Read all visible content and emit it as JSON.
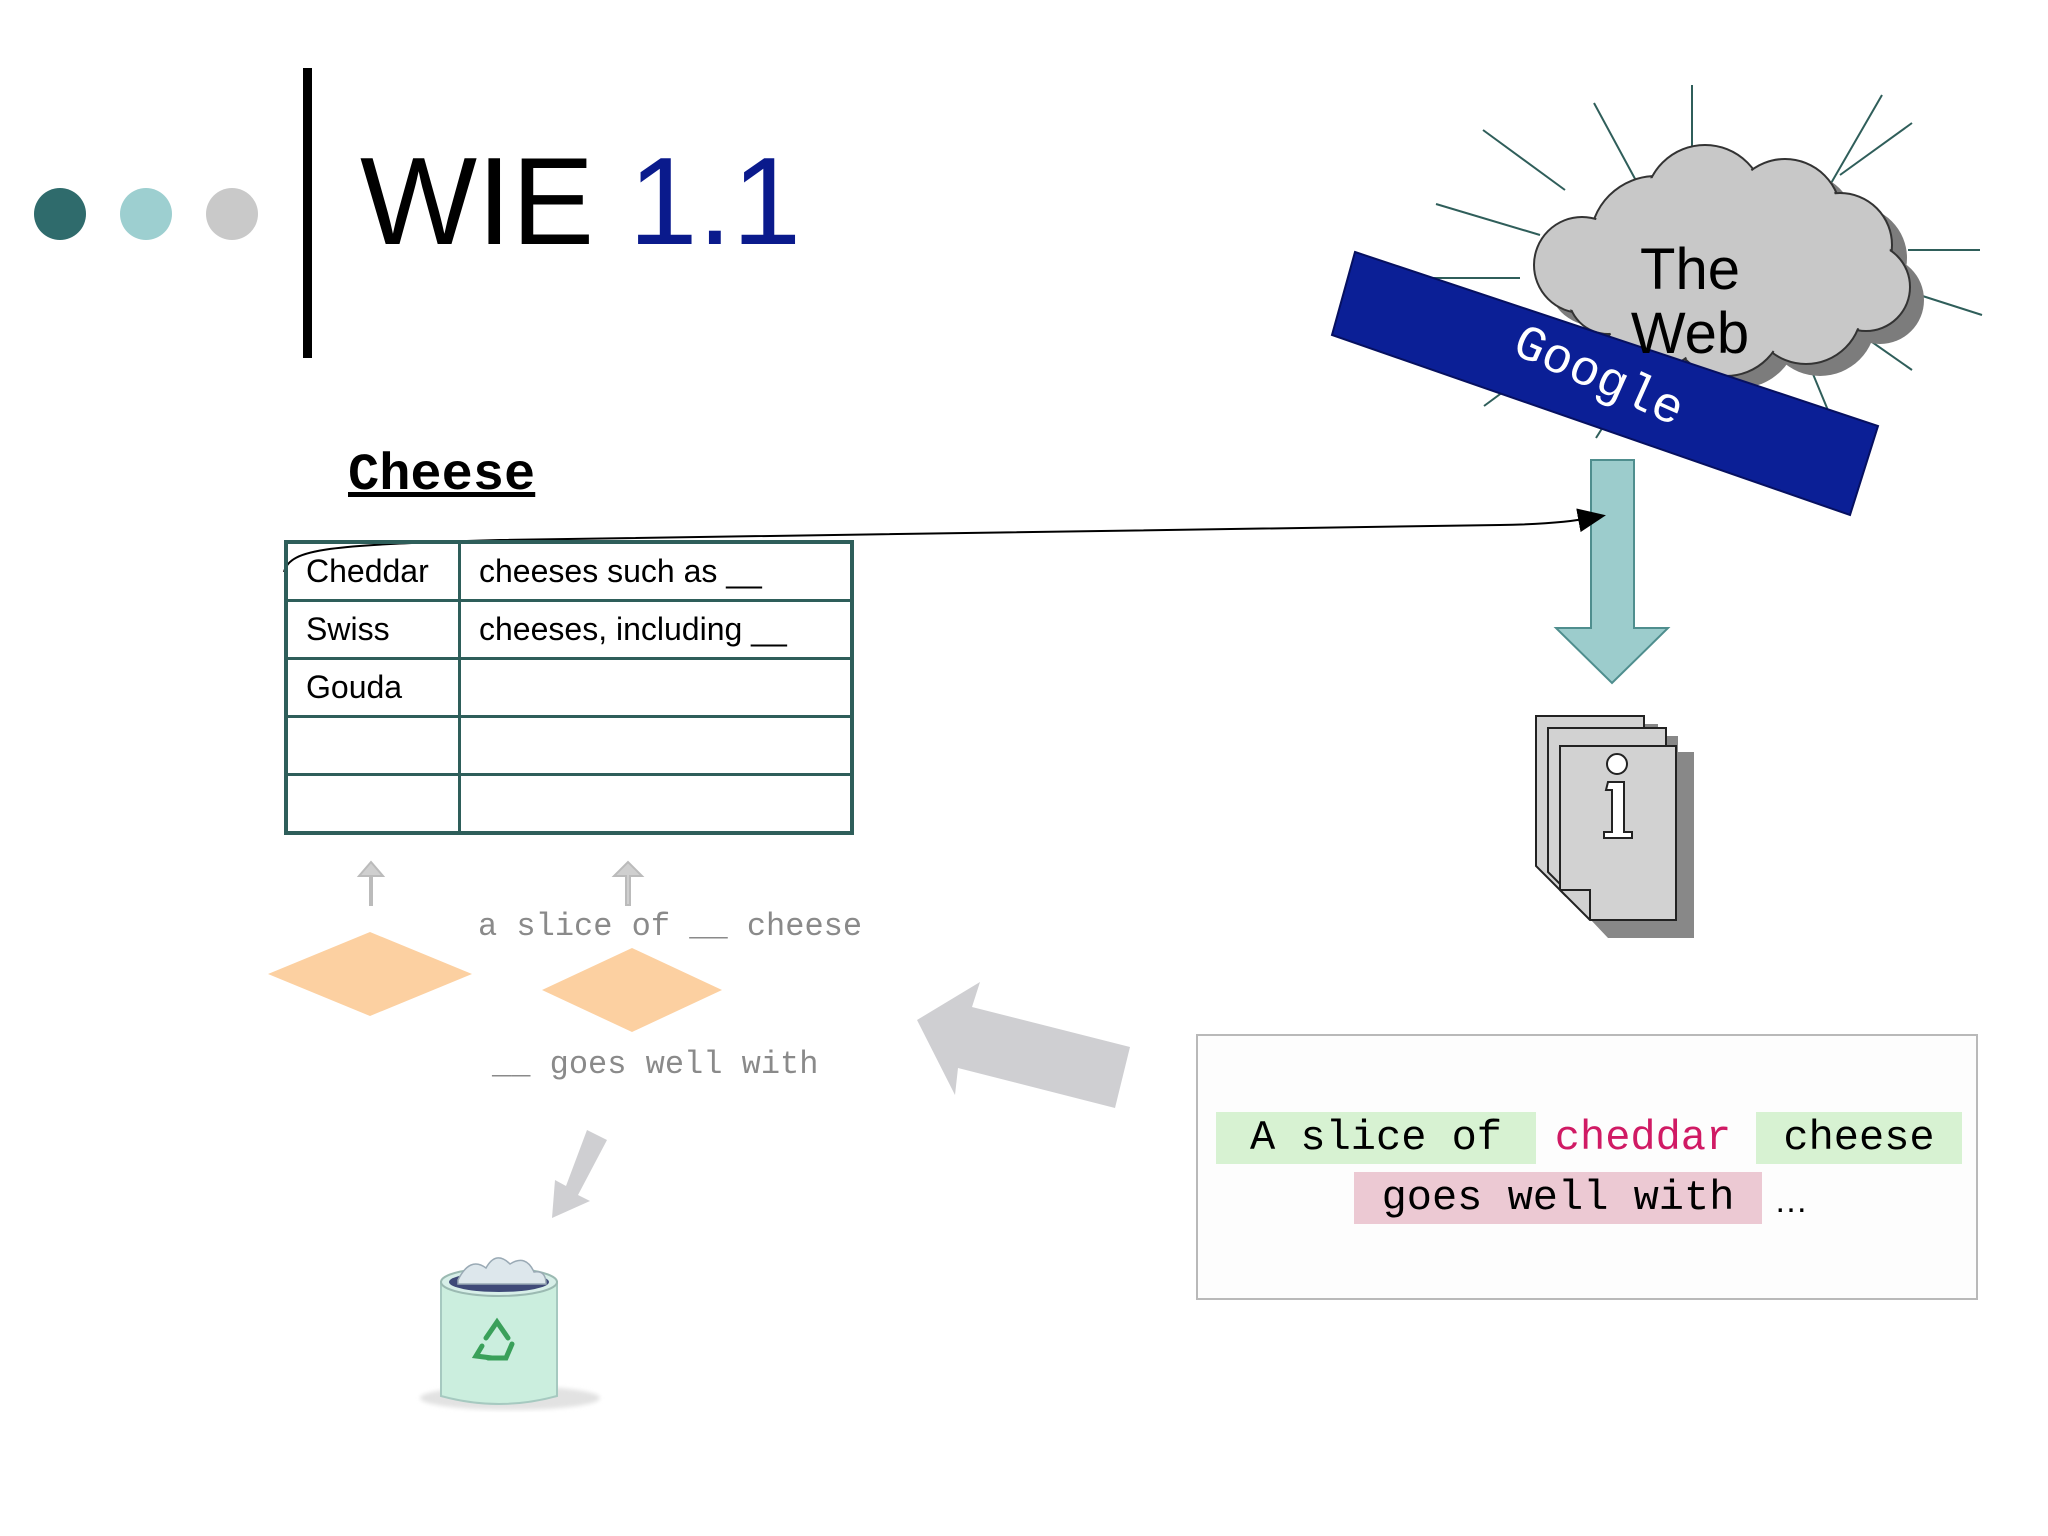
{
  "slide": {
    "title_prefix": "WIE",
    "title_version": "1.1",
    "colors": {
      "dot_dark": "#2f6b6c",
      "dot_mid": "#9dcfd0",
      "dot_light": "#c9c9c9",
      "version_blue": "#0a1a8c",
      "table_border": "#2e5e5a",
      "google_band": "#0b1f96",
      "arrow_teal": "#9ccccc",
      "diamond": "#fcd0a1"
    }
  },
  "table": {
    "title": "Cheese",
    "rows": [
      {
        "instance": "Cheddar",
        "pattern": "cheeses such as __"
      },
      {
        "instance": "Swiss",
        "pattern": "cheeses, including __"
      },
      {
        "instance": "Gouda",
        "pattern": ""
      },
      {
        "instance": "",
        "pattern": ""
      },
      {
        "instance": "",
        "pattern": ""
      }
    ]
  },
  "web": {
    "cloud_line1": "The",
    "cloud_line2": "Web",
    "search_engine": "Google",
    "documents_icon": "info-documents-icon"
  },
  "candidates": {
    "pattern_accepted": "a slice of __ cheese",
    "pattern_rejected": "__ goes well with",
    "discard_icon": "recycle-bin-icon"
  },
  "snippet": {
    "part1": "A slice of",
    "part2": "cheddar",
    "part3": "cheese",
    "part4": "goes well with",
    "part5": "…"
  }
}
